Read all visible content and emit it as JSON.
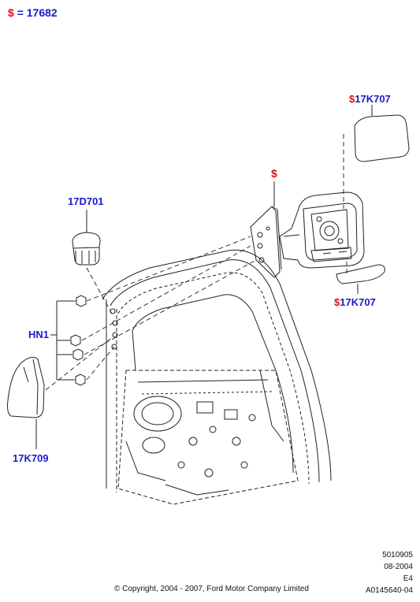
{
  "header": {
    "dollar": "$",
    "equals": "=",
    "part_number": "17682"
  },
  "callouts": {
    "mirror_glass": {
      "dollar": "$",
      "number": "17K707"
    },
    "mirror_assembly": {
      "dollar": "$"
    },
    "switch": {
      "number": "17D701"
    },
    "nuts": {
      "number": "HN1"
    },
    "cover": {
      "number": "17K709"
    },
    "lamp_lens": {
      "dollar": "$",
      "number": "17K707"
    }
  },
  "footer": {
    "ref_lines": [
      "5010905",
      "08-2004",
      "E4",
      "A0145640-04"
    ],
    "copyright": "© Copyright, 2004 - 2007, Ford Motor Company Limited"
  },
  "colors": {
    "dollar": "#e01010",
    "part_label": "#1a1acc",
    "line_art": "#222222"
  }
}
